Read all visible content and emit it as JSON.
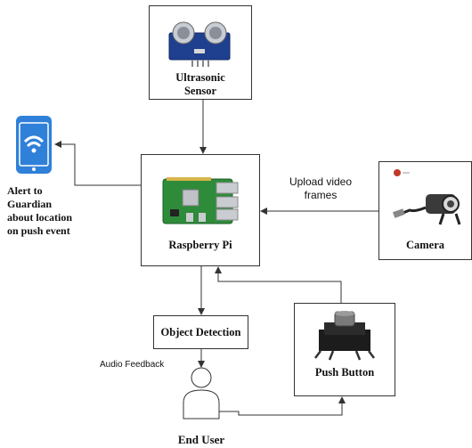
{
  "nodes": {
    "ultrasonic": {
      "label_line1": "Ultrasonic",
      "label_line2": "Sensor"
    },
    "raspberry": {
      "label": "Raspberry Pi"
    },
    "camera": {
      "label": "Camera"
    },
    "object_detection": {
      "label": "Object Detection"
    },
    "push_button": {
      "label": "Push Button"
    },
    "end_user": {
      "label": "End User"
    },
    "phone": {
      "alert_lines": [
        "Alert to",
        "Guardian",
        "about location",
        "on push event"
      ]
    }
  },
  "edges": {
    "camera_to_pi": {
      "label_line1": "Upload video",
      "label_line2": "frames"
    },
    "audio_feedback": {
      "label": "Audio Feedback"
    }
  },
  "colors": {
    "phone_blue": "#2f80d8",
    "board_green": "#2e8b3a",
    "sensor_blue": "#1f3f8f",
    "line": "#333333"
  },
  "icons": [
    "ultrasonic-sensor-icon",
    "raspberry-pi-board-icon",
    "webcam-icon",
    "push-button-icon",
    "smartphone-wifi-icon",
    "user-icon"
  ]
}
